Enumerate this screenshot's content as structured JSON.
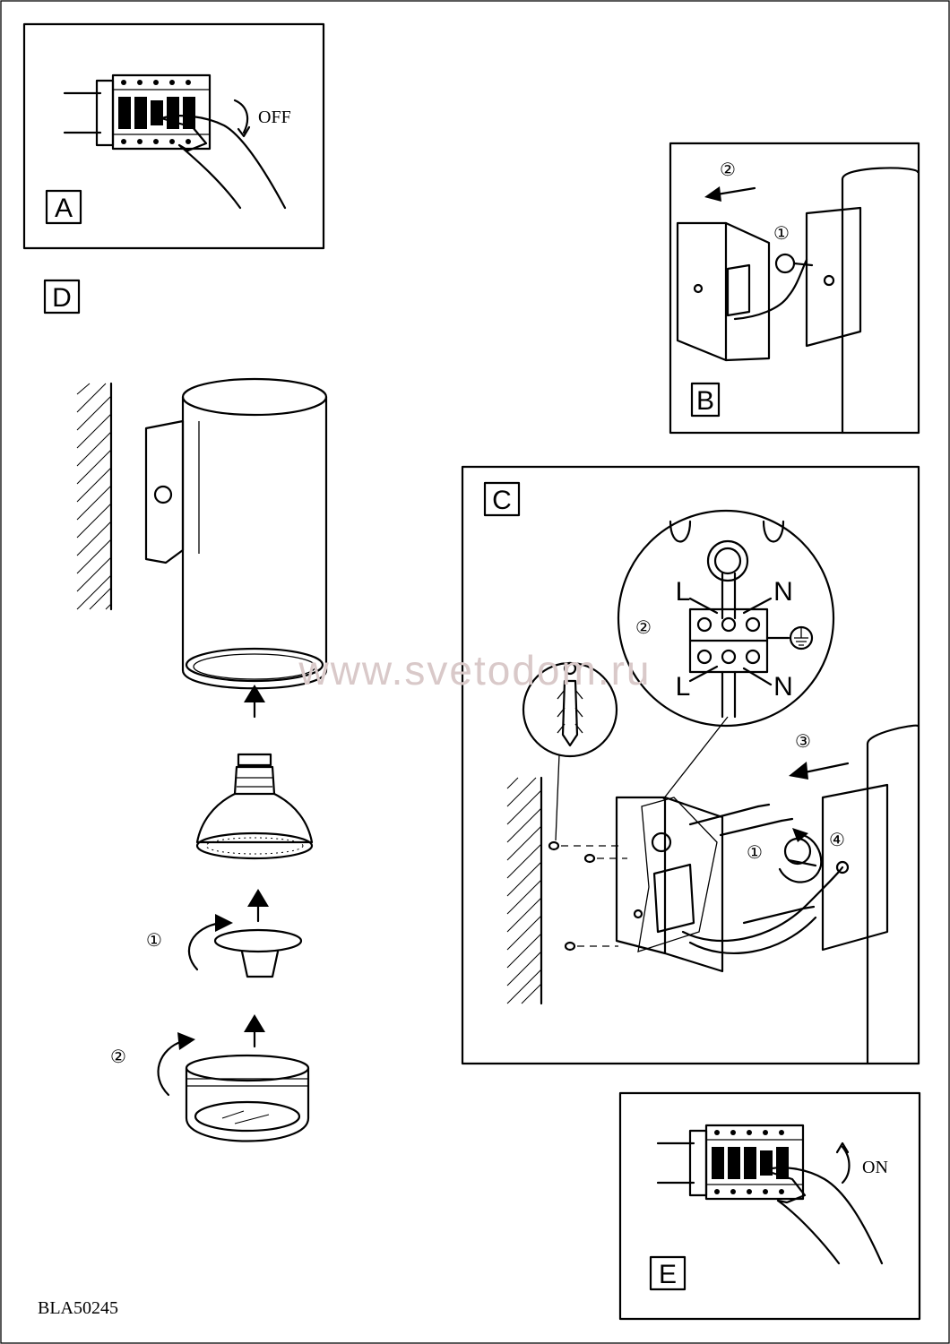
{
  "watermark": "www.svetodom.ru",
  "model_code": "BLA50245",
  "panels": {
    "A": {
      "label": "A",
      "action": "OFF"
    },
    "B": {
      "label": "B",
      "steps": [
        "①",
        "②"
      ]
    },
    "C": {
      "label": "C",
      "steps": [
        "①",
        "②",
        "③",
        "④"
      ],
      "terminal_labels": {
        "L_top": "L",
        "N_top": "N",
        "L_bottom": "L",
        "N_bottom": "N"
      }
    },
    "D": {
      "label": "D",
      "steps": [
        "①",
        "②"
      ]
    },
    "E": {
      "label": "E",
      "action": "ON"
    }
  },
  "icons": [
    "breaker-switch-icon",
    "hand-icon",
    "arrow-icon",
    "earth-ground-icon",
    "wall-plug-icon",
    "screw-icon",
    "rotate-arrow-icon"
  ]
}
